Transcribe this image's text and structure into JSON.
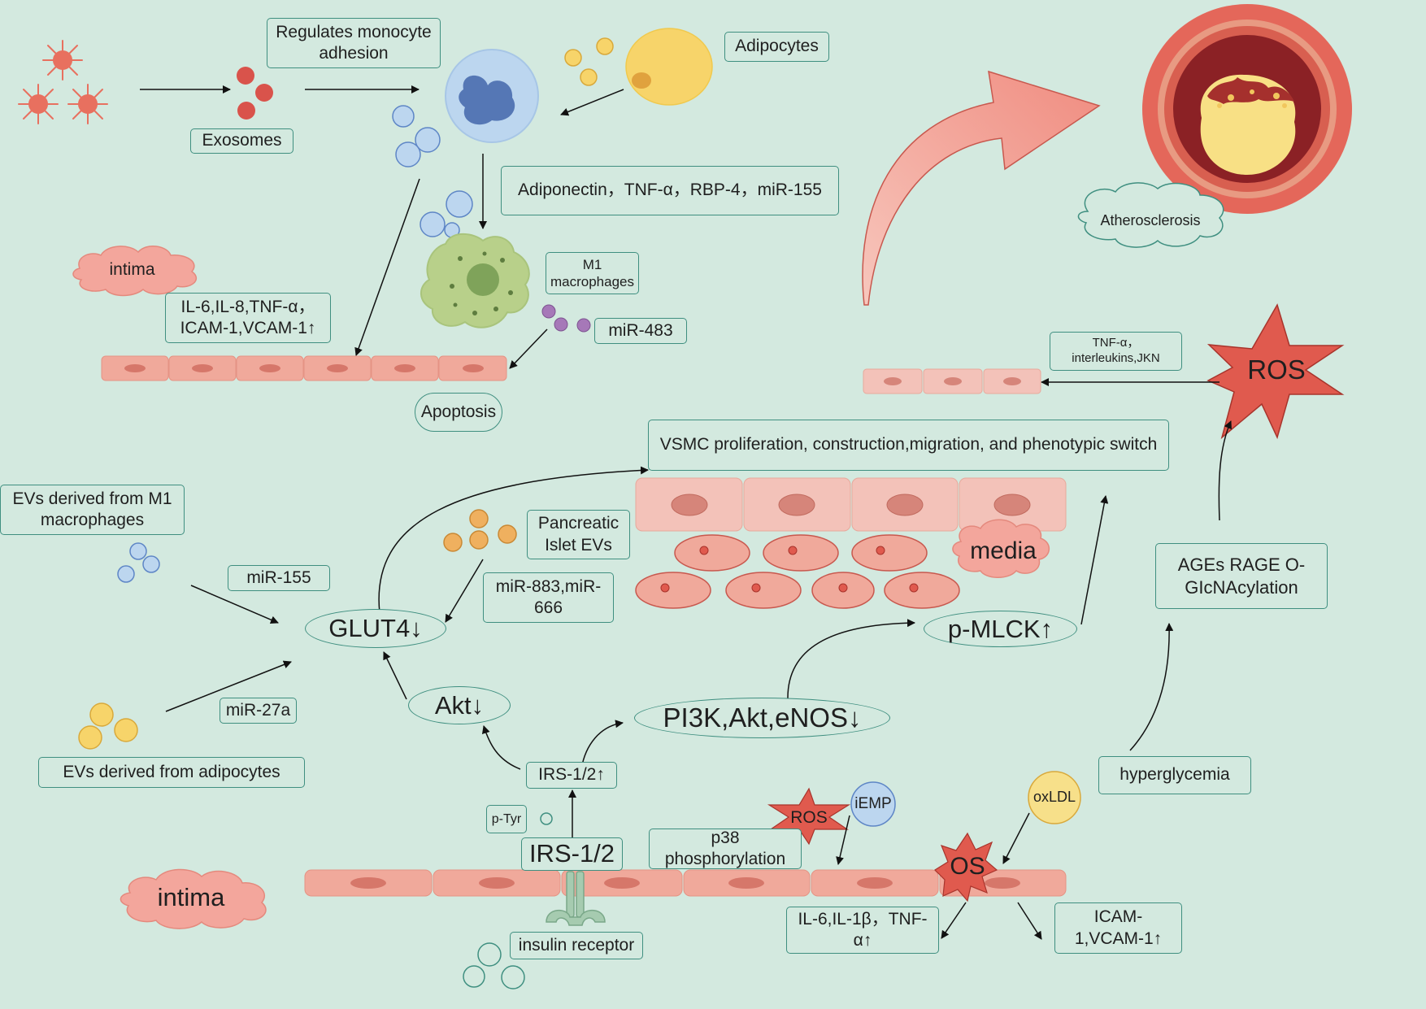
{
  "labels": {
    "regulates": "Regulates monocyte adhesion",
    "exosomes": "Exosomes",
    "adipocytes": "Adipocytes",
    "adipo_factors": "Adiponectin，TNF-α，RBP-4，miR-155",
    "intima_top": "intima",
    "il6_top": "IL-6,IL-8,TNF-α，ICAM-1,VCAM-1↑",
    "m1_macrophages": "M1 macrophages",
    "mir483": "miR-483",
    "apoptosis": "Apoptosis",
    "atherosclerosis": "Atherosclerosis",
    "ros_big": "ROS",
    "tnf_small": "TNF-α，interleukins,JKN",
    "vsmc": "VSMC proliferation, construction,migration, and phenotypic switch",
    "evs_m1": "EVs derived from M1 macrophages",
    "mir155": "miR-155",
    "pancreatic": "Pancreatic Islet EVs",
    "mir883": "miR-883,miR-666",
    "media": "media",
    "glut4": "GLUT4↓",
    "ages": "AGEs  RAGE O-GIcNAcylation",
    "pmlck": "p-MLCK↑",
    "akt": "Akt↓",
    "pi3k": "PI3K,Akt,eNOS↓",
    "mir27a": "miR-27a",
    "evs_adipo": "EVs derived from adipocytes",
    "irs_up": "IRS-1/2↑",
    "hyperglycemia": "hyperglycemia",
    "oxldl": "oxLDL",
    "ptyr": "p-Tyr",
    "irs": "IRS-1/2",
    "ros_small": "ROS",
    "iemp": "iEMP",
    "p38": "p38 phosphorylation",
    "os": "OS",
    "intima_bottom": "intima",
    "il6_bottom": "IL-6,IL-1β，TNF-α↑",
    "icam_bottom": "ICAM-1,VCAM-1↑",
    "insulin_receptor": "insulin receptor"
  },
  "colors": {
    "background": "#d3e9df",
    "border": "#3f8f80",
    "cell_pink": "#f0a99b",
    "ros_red": "#e05a4e",
    "vessel_red": "#e4675a"
  }
}
